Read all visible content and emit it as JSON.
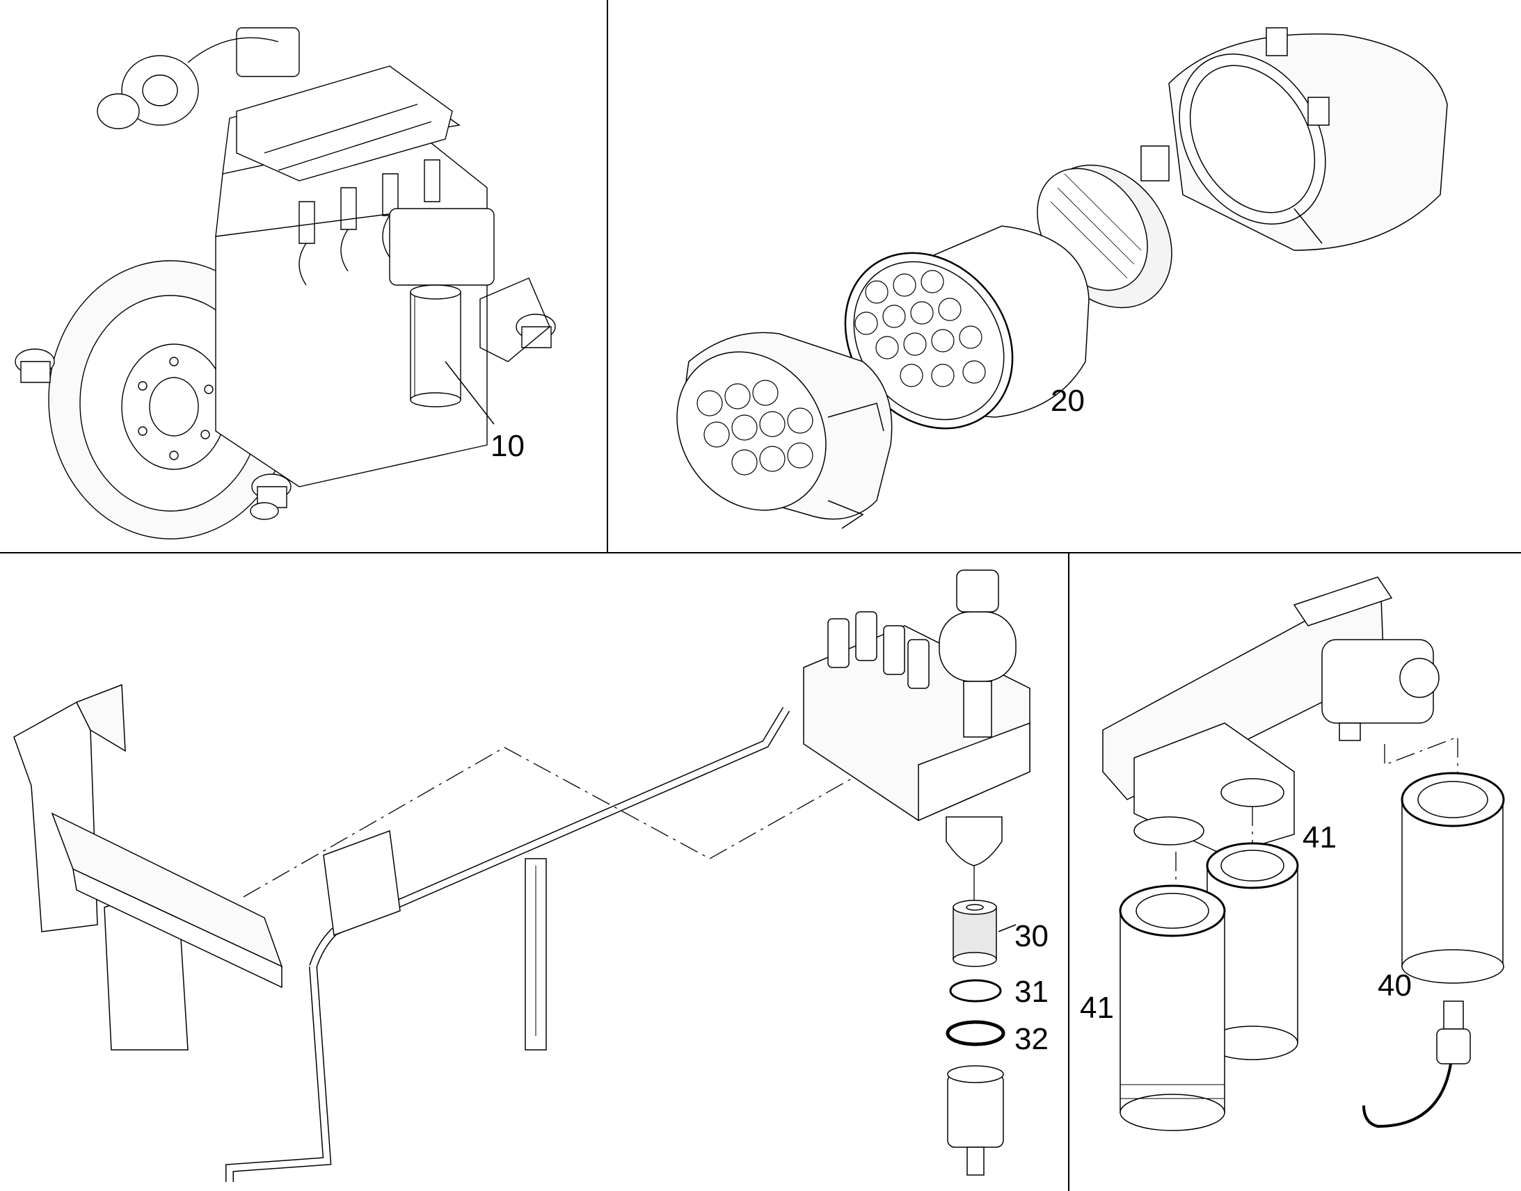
{
  "colors": {
    "ink": "#000000",
    "paper": "#ffffff",
    "shade": "#f4f4f4"
  },
  "callouts": {
    "c10": "10",
    "c20": "20",
    "c30": "30",
    "c31": "31",
    "c32": "32",
    "c40": "40",
    "c41_upper": "41",
    "c41_lower": "41"
  },
  "panels": [
    {
      "id": "panel-engine",
      "depicts": "engine with oil filter"
    },
    {
      "id": "panel-air-filter",
      "depicts": "air cleaner exploded view"
    },
    {
      "id": "panel-hydraulic",
      "depicts": "hydraulic frame, valve block and strainer"
    },
    {
      "id": "panel-fuel-filters",
      "depicts": "fuel filter head and cartridges"
    }
  ]
}
